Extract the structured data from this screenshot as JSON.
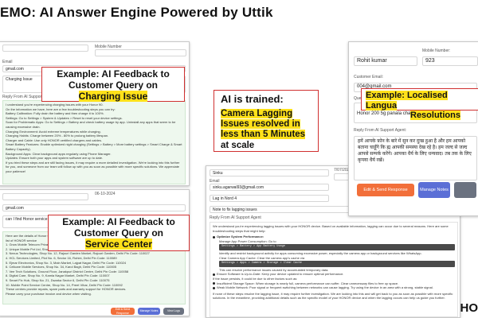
{
  "header": {
    "title": "EMO: AI Answer Engine Powered by Uttik",
    "corner": "HO"
  },
  "panel1": {
    "mobile_label": "Mobile Number",
    "email_label": "Email",
    "email_value": "gmail.com",
    "query_value": "Charging Issue",
    "reply_label": "Reply From AI Support Agent",
    "lines": [
      "I understand you're experiencing charging issues with your Honor 90.",
      "On the information we have, here are a few troubleshooting steps you can try:",
      "Battery Calibration: Fully drain the battery and then charge it to 100%.",
      "Settings: Go to Settings > System & Updates > Reset to reset your device settings.",
      "Scan for Problematic Apps: Go to Settings > Battery and check battery usage by app. Uninstall any apps that seem to be causing excessive drain.",
      "Charging Environment: Avoid extreme temperatures while charging.",
      "Charging Habits: Charge between 20% - 80% to prolong battery lifespan.",
      "Charger and Cable: Use only HONOR certified chargers and cables.",
      "Smart Battery Features: Enable optimized night charging (Settings > Battery > More battery settings > Smart Charge & Smart Battery Capacity).",
      "Background Apps: Clear background apps regularly using Phone Manager.",
      "Updates: Ensure both your apps and system software are up to date.",
      "If you tried these steps and are still facing issues, it may require a more detailed investigation. We're looking into this further for you, and someone from our team will follow up with you as soon as possible with more specific solutions. We appreciate your patience!"
    ]
  },
  "panel2": {
    "date": "06-10-2024",
    "query_value": "can I find Honor service centre in Delhi?",
    "email_value": "gmail.com",
    "lines": [
      "Here are the details of Honor service centres in Delhi: We've got you covered.",
      "list of HONOR service",
      "1. Grow Mobile Telecom Private Limited, Shop No - 101, 1st Floor, Vikas Marg, Laxmi Nagar, Delhi Pin Code: 110092",
      "2. Unique Mobile Pvt Ltd, Shop No. 5, Ground Floor, Main Road, Nehru Place, Delhi Pin Code: 110019",
      "3. Nexus Technologies, Shop No. 12, Rajouri Garden Market, Rajouri Garden, Delhi Pin Code: 110027",
      "4. HCL Services Limited, Plot No. 6, Sector 16, Rohini, Delhi Pin Code: 110089",
      "5. Ejmar Electronics, Shop No. 3, Main Market, Lajpat Nagar, Delhi Pin Code: 110024",
      "6. Cellcare Mobile Services, Shop No. 34, Karol Bagh, Delhi Pin Code: 110005",
      "7. Vee Tech Solutions, Ground Floor, Janakpuri District Centre, Delhi Pin Code: 110058",
      "8. Digital Care, Shop No. 9, Kamla Nagar Market, Delhi Pin Code: 110007",
      "9. Smart Fix Hub, Shop No. 21, Dwarka Sector 6, Delhi Pin Code: 110075",
      "10. Mobile Point Service Centre, Shop No. 14, Preet Vihar, Delhi Pin Code: 110092",
      "These centres provide repairs, spare parts and warranty support for HONOR devices.",
      "Please carry your purchase invoice and device when visiting."
    ],
    "buttons": {
      "edit_send": "Edit & Send Response",
      "manage_notes": "Manage Notes",
      "view_logs": "View Logs"
    }
  },
  "panel3": {
    "name_value": "Sinku",
    "date": "7/07/2025",
    "email_label": "Email",
    "email_value": "sinku.agarwal93@gmail.com",
    "query_value": "Lag in Nord 4",
    "query_display": "Note to fix lagging issues",
    "reply_label": "Reply From AI Support Agent",
    "intro": "We understand you're experiencing lagging issues with your HONOR device. Based on available information, lagging can occur due to several reasons. Here are some troubleshooting steps that might help:",
    "heading": "Optimize System Performance:",
    "b1": "Manage App Power Consumption: Go to",
    "code1": "Settings > Battery > App Battery Usage",
    "b1b": "Identify and restrict background activity for apps consuming excessive power, especially the camera app or background services like WhatsApp.",
    "b2": "Clear Camera App Cache: Clear the camera app's cache via",
    "code2": "Settings > Apps > Camera > Storage > Clear Cache",
    "b2b": "This can resolve performance issues caused by accumulated temporary data.",
    "b3": "Ensure Software is Up-to-Date: Keep your device updated to ensure optimal performance.",
    "b3b": "If the issue persists, it could be due to other factors such as:",
    "b4": "Insufficient Storage Space: When storage is nearly full, camera performance can suffer. Clear unnecessary files to free up space.",
    "b5": "Weak Mobile Network: Poor signal or frequent switching between networks can cause lagging. Try using the device in an area with a strong, stable signal.",
    "outro": "If none of these steps resolve the lagging issue, it may require further investigation. We are looking into this and will get back to you as soon as possible with more specific solutions. In the meantime, providing additional details such as the specific model of your HONOR device and when the lagging occurs can help us guide you further."
  },
  "panel4": {
    "name_value": "Rohit kumar",
    "mobile_label": "Mobile Number:",
    "mobile_value": "923",
    "email_label": "Customer Email:",
    "email_value": "004@gmail.com",
    "query_label": "Query:",
    "query_value": "Honor 200 5g panala chalye!!",
    "reply_label": "Reply From AI Support Agent:",
    "reply_text": "हमें आपके फ़ोन के बारे में सुन कर दुःख हुआ है और हम आपको बताना चाहूँगे कि ह्म आपकी समस्या देख रहे है। हम जल्द से जल्द आपसे सम्पर्क करेंगे। आपका धैर्य के लिए धन्यवाद। तब तक के लिए कृपया धैर्य रखें।",
    "buttons": {
      "edit_send": "Edit & Send Response",
      "manage_notes": "Manage Notes"
    }
  },
  "callouts": {
    "c1_line1": "Example: AI Feedback to",
    "c1_line2": "Customer Query on",
    "c1_line3": "Charging Issue",
    "c2_line1": "Example: AI Feedback to",
    "c2_line2": "Customer Query on",
    "c2_line3": "Service Center",
    "c3_title": "AI is trained:",
    "c3_body": "Camera Lagging Issues resolved in less than 5 Minutes",
    "c3_tail": "at scale",
    "c4_line1": "Example: Localised Langua",
    "c4_line2": "Resolutions"
  }
}
